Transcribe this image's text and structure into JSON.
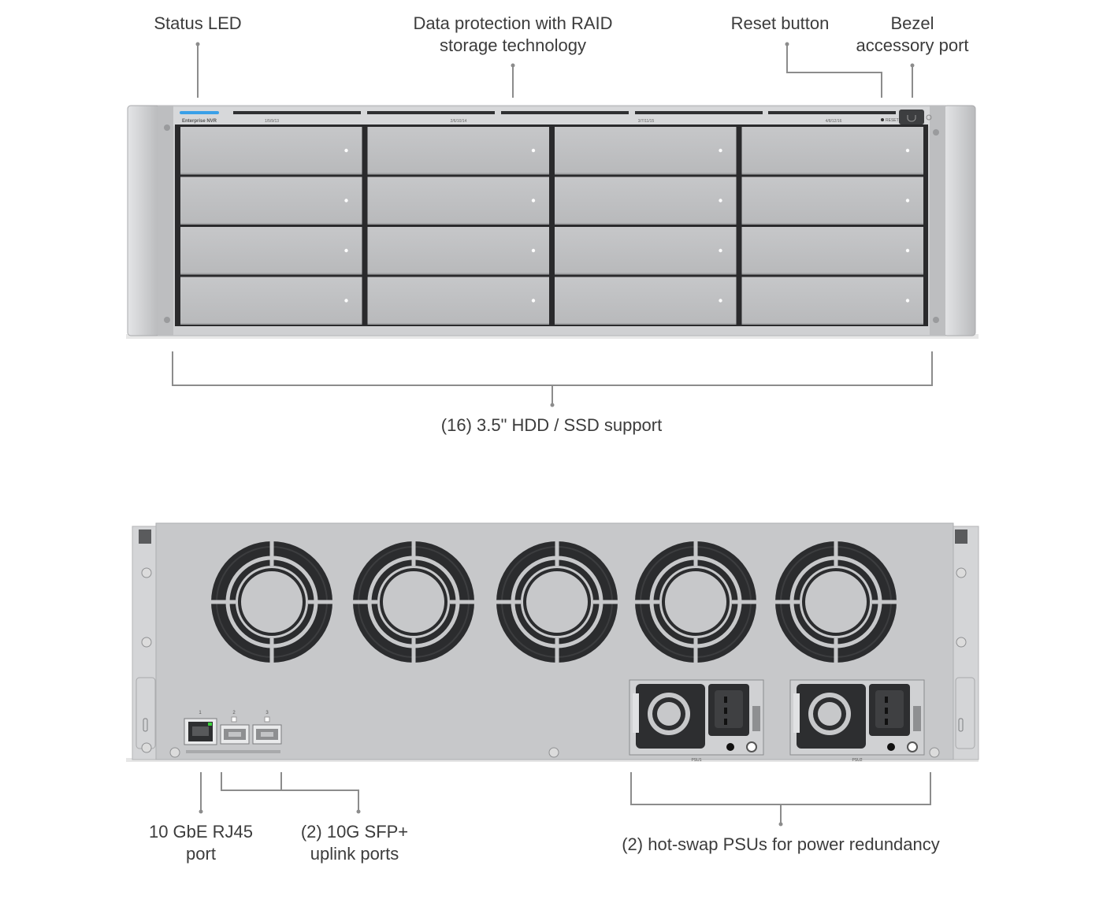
{
  "front": {
    "label_status_led": "Status LED",
    "label_raid": [
      "Data protection with RAID",
      "storage technology"
    ],
    "label_reset": "Reset button",
    "label_bezel": [
      "Bezel",
      "accessory port"
    ],
    "label_drives": "(16) 3.5\" HDD / SSD support",
    "brand_text": "Enterprise NVR",
    "reset_text": "RESET",
    "bay_groups": [
      "1/5/9/13",
      "2/6/10/14",
      "3/7/11/15",
      "4/8/12/16"
    ],
    "drive_bays": {
      "columns": 4,
      "rows": 4
    }
  },
  "rear": {
    "label_rj45": [
      "10 GbE RJ45",
      "port"
    ],
    "label_sfp": [
      "(2) 10G SFP+",
      "uplink ports"
    ],
    "label_psu": "(2) hot-swap PSUs for power redundancy",
    "port_numbers": [
      "1",
      "2",
      "3"
    ],
    "psu_labels": [
      "PSU1",
      "PSU2"
    ],
    "fan_count": 5
  },
  "colors": {
    "text": "#3c3c3c",
    "callout_line": "#8c8c8c",
    "chassis": "#c7c8ca",
    "status_led": "#3aa0e8",
    "port_led": "#3bd13b"
  }
}
